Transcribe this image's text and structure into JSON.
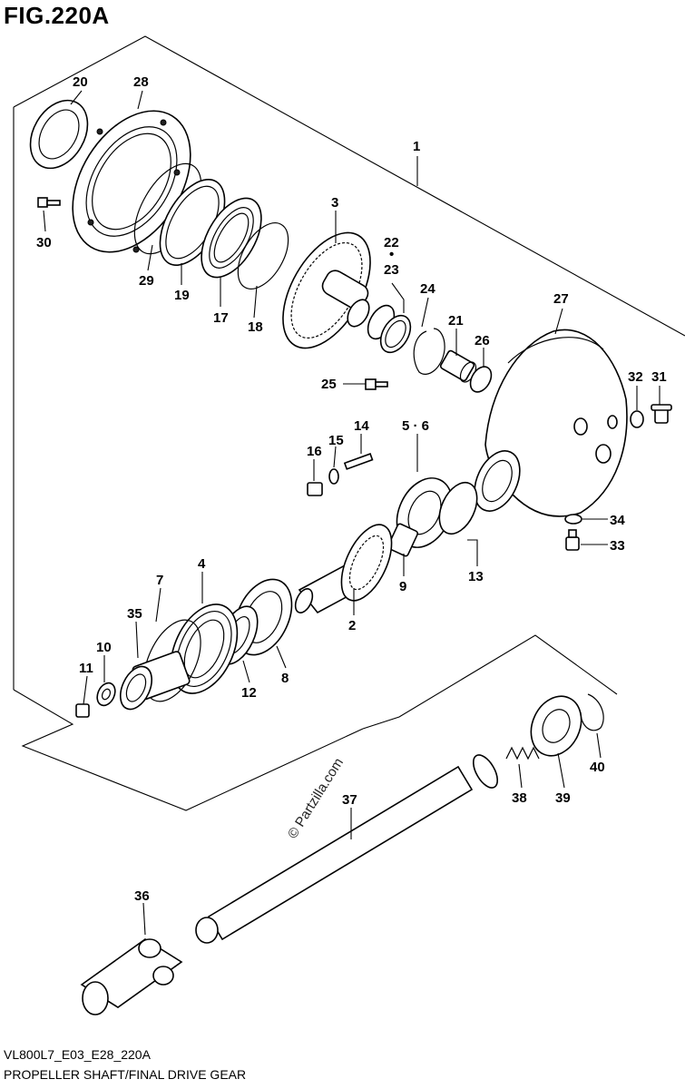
{
  "figure_title": "FIG.220A",
  "model_code": "VL800L7_E03_E28_220A",
  "diagram_title": "PROPELLER SHAFT/FINAL DRIVE GEAR",
  "watermark": "© Partzilla.com",
  "callouts": {
    "p1": "1",
    "p2": "2",
    "p3": "3",
    "p4": "4",
    "p5_6": "5 · 6",
    "p7": "7",
    "p8": "8",
    "p9": "9",
    "p10": "10",
    "p11": "11",
    "p12": "12",
    "p13": "13",
    "p14": "14",
    "p15": "15",
    "p16": "16",
    "p17": "17",
    "p18": "18",
    "p19": "19",
    "p20": "20",
    "p21": "21",
    "p22": "22",
    "p22_dot": "•",
    "p23": "23",
    "p24": "24",
    "p25": "25",
    "p26": "26",
    "p27": "27",
    "p28": "28",
    "p29": "29",
    "p30": "30",
    "p31": "31",
    "p32": "32",
    "p33": "33",
    "p34": "34",
    "p35": "35",
    "p36": "36",
    "p37": "37",
    "p38": "38",
    "p39": "39",
    "p40": "40"
  }
}
